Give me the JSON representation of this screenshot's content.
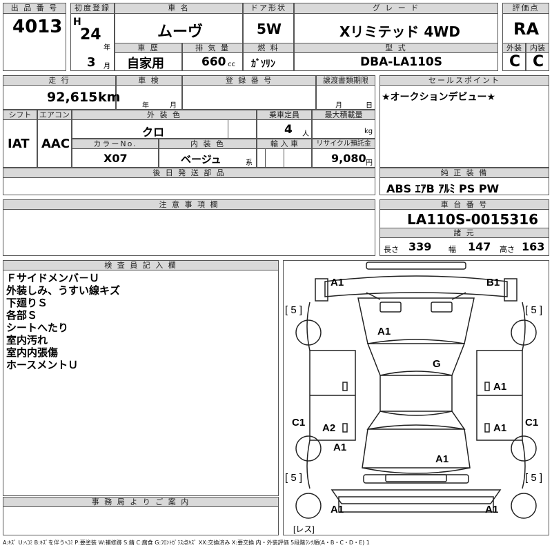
{
  "header": {
    "lot_label": "出 品 番 号",
    "lot": "4013",
    "first_reg_label": "初度登録",
    "era": "H",
    "year": "24",
    "year_unit": "年",
    "month": "3",
    "month_unit": "月",
    "name_label": "車 名",
    "name": "ムーヴ",
    "door_label": "ドア形状",
    "door": "5W",
    "grade_label": "グ レ ー ド",
    "grade": "Xリミテッド 4WD",
    "score_label": "評価点",
    "score": "RA",
    "history_label": "車 歴",
    "history": "自家用",
    "displacement_label": "排 気 量",
    "displacement": "660",
    "displacement_unit": "cc",
    "fuel_label": "燃 料",
    "fuel": "ｶﾞｿﾘﾝ",
    "model_label": "型 式",
    "model": "DBA-LA110S",
    "ext_label": "外装",
    "ext": "C",
    "int_label": "内装",
    "int": "C"
  },
  "row2": {
    "mileage_label": "走 行",
    "mileage": "92,615",
    "mileage_unit": "km",
    "inspection_label": "車 検",
    "insp_year_unit": "年",
    "insp_month_unit": "月",
    "reg_no_label": "登 録 番 号",
    "transfer_label": "譲渡書類期限",
    "transfer_month": "月",
    "transfer_day": "日",
    "sales_label": "セールスポイント",
    "sales_text": "★オークションデビュー★"
  },
  "row3": {
    "shift_label": "シフト",
    "shift": "IAT",
    "ac_label": "エアコン",
    "ac": "AAC",
    "color_label": "外 装 色",
    "color": "クロ",
    "capacity_label": "乗車定員",
    "capacity": "4",
    "capacity_unit": "人",
    "max_load_label": "最大積載量",
    "max_load_unit": "kg",
    "color_no_label": "カラーNo.",
    "color_no": "X07",
    "int_color_label": "内 装 色",
    "int_color": "ベージュ",
    "int_color_unit": "系",
    "import_label": "輸 入 車",
    "recycle_label": "リサイクル預託金",
    "recycle": "9,080",
    "recycle_unit": "円",
    "later_parts_label": "後 日 発 送 部 品",
    "equipment_label": "純 正 装 備",
    "equipment": "ABS ｴｱB ｱﾙﾐ PS PW"
  },
  "notes": {
    "caution_label": "注 意 事 項 欄",
    "chassis_label": "車 台 番 号",
    "chassis": "LA110S-0015316",
    "spec_label": "諸 元",
    "length_label": "長さ",
    "length": "339",
    "width_label": "幅",
    "width": "147",
    "height_label": "高さ",
    "height": "163"
  },
  "inspector": {
    "label": "検 査 員 記 入 欄",
    "lines": [
      "Ｆサイドメンバ－Ｕ",
      "外装しみ、うすい線キズ",
      "下廻りＳ",
      "各部Ｓ",
      "シートへたり",
      "室内汚れ",
      "室内内張傷",
      "ホースメントＵ"
    ]
  },
  "office": {
    "label": "事 務 局 よ り ご 案 内"
  },
  "diagram": {
    "marks": [
      "A1",
      "B1",
      "A1",
      "G",
      "A1",
      "A2",
      "A1",
      "A1",
      "A1",
      "A1",
      "A1",
      "C1",
      "C1"
    ],
    "tire_marks": [
      "[ 5 ]",
      "[ 5 ]",
      "[ 5 ]",
      "[ 5 ]"
    ],
    "spare": "[レス]"
  },
  "legend": "A:ｷｽﾞ U:ﾍｺﾐ B:ｷｽﾞを伴うﾍｺﾐ P:要塗装 W:補修跡 S:錆 C:腐食 G:ﾌﾛﾝﾄｶﾞﾗｽ点ｷｽﾞ XX:交換済み X:要交換 内・外装評価 5段階ﾗﾝｸ順(A・B・C・D・E) 1"
}
